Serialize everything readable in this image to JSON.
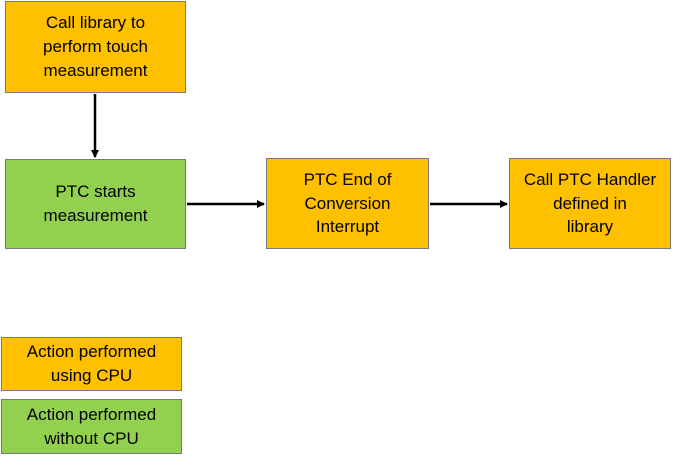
{
  "nodes": {
    "call_library": "Call library to\nperform touch\nmeasurement",
    "ptc_starts": "PTC starts\nmeasurement",
    "ptc_eoc": "PTC End of\nConversion\nInterrupt",
    "call_handler": "Call PTC Handler\ndefined in\nlibrary"
  },
  "legend": {
    "cpu": "Action performed\nusing CPU",
    "no_cpu": "Action performed\nwithout CPU"
  },
  "colors": {
    "cpu": "#ffc000",
    "no_cpu": "#92d050"
  }
}
